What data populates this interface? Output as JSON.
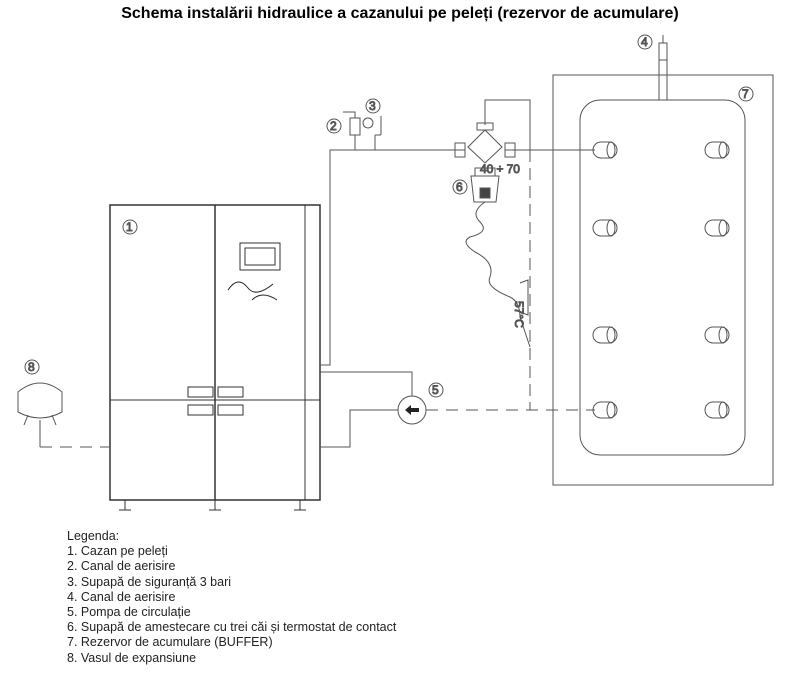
{
  "title": "Schema instalării hidraulice a cazanului pe peleți (rezervor de acumulare)",
  "markers": [
    "1",
    "2",
    "3",
    "4",
    "5",
    "6",
    "7",
    "8"
  ],
  "valve_range": "40 ÷ 70",
  "thermostat_temp": "57°C",
  "legend": {
    "heading": "Legenda:",
    "items": [
      "1. Cazan pe peleți",
      "2. Canal de aerisire",
      "3. Supapă de siguranță 3 bari",
      "4. Canal de aerisire",
      "5. Pompa de circulație",
      "6. Supapă de amestecare cu trei căi și termostat de contact",
      "7. Rezervor de acumulare (BUFFER)",
      "8. Vasul de expansiune"
    ]
  }
}
